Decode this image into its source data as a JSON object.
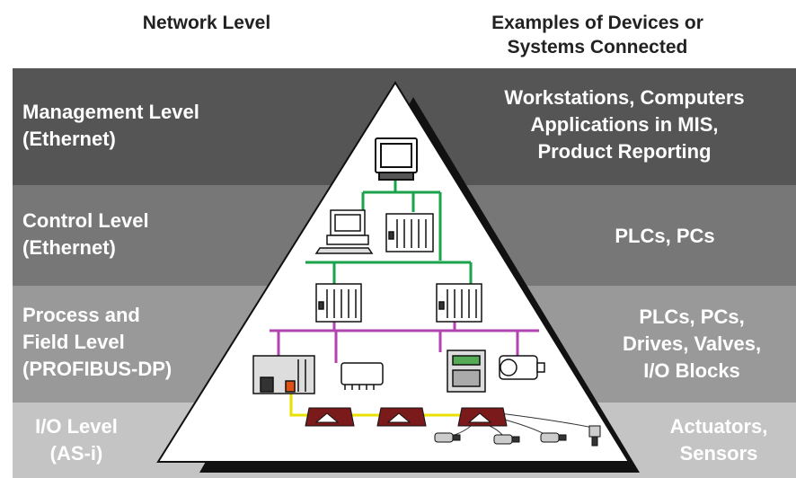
{
  "headers": {
    "network_level": "Network Level",
    "examples_line1": "Examples of Devices or",
    "examples_line2": "Systems Connected"
  },
  "levels": [
    {
      "name_line1": "Management Level",
      "name_line2": "(Ethernet)",
      "name_line3": "",
      "ex_line1": "Workstations, Computers",
      "ex_line2": "Applications in MIS,",
      "ex_line3": "Product Reporting",
      "ex_line4": "",
      "band_color": "#555555"
    },
    {
      "name_line1": "Control Level",
      "name_line2": "(Ethernet)",
      "name_line3": "",
      "ex_line1": "PLCs, PCs",
      "ex_line2": "",
      "ex_line3": "",
      "ex_line4": "",
      "band_color": "#777777"
    },
    {
      "name_line1": "Process and",
      "name_line2": "Field Level",
      "name_line3": "(PROFIBUS-DP)",
      "ex_line1": "PLCs, PCs,",
      "ex_line2": "Drives, Valves,",
      "ex_line3": "I/O Blocks",
      "ex_line4": "",
      "band_color": "#999999"
    },
    {
      "name_line1": "I/O Level",
      "name_line2": "(AS-i)",
      "name_line3": "",
      "ex_line1": "Actuators,",
      "ex_line2": "Sensors",
      "ex_line3": "",
      "ex_line4": "",
      "band_color": "#c4c4c4"
    }
  ],
  "colors": {
    "ethernet_bus": "#1aa34a",
    "profibus_bus": "#b044b0",
    "asi_bus": "#e8e000",
    "pyramid_shadow": "#111111"
  }
}
